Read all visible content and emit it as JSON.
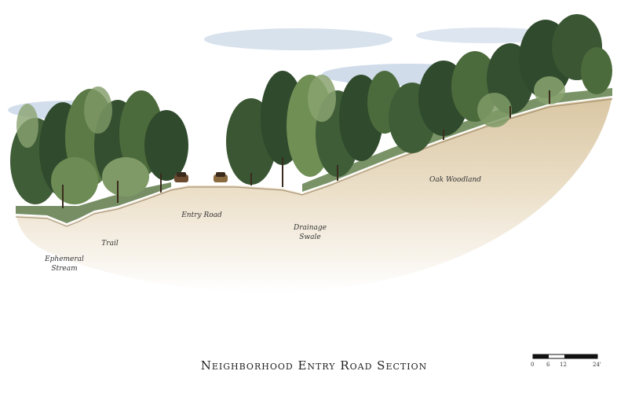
{
  "title": "Neighborhood Entry Road Section",
  "labels": {
    "ephemeral_stream": "Ephemeral\nStream",
    "trail": "Trail",
    "entry_road": "Entry Road",
    "drainage_swale": "Drainage\nSwale",
    "oak_woodland": "Oak Woodland"
  },
  "scale_bar": {
    "ticks": [
      "0",
      "6",
      "12",
      "24'"
    ]
  },
  "colors": {
    "soil": "#e7d8bf",
    "soil_edge": "#cdb791",
    "tree_dark": "#2f4a2c",
    "tree_mid": "#4c6b3c",
    "tree_light": "#7f9a66",
    "sky": "#a8bfd8",
    "car": "#6b4a2f"
  }
}
